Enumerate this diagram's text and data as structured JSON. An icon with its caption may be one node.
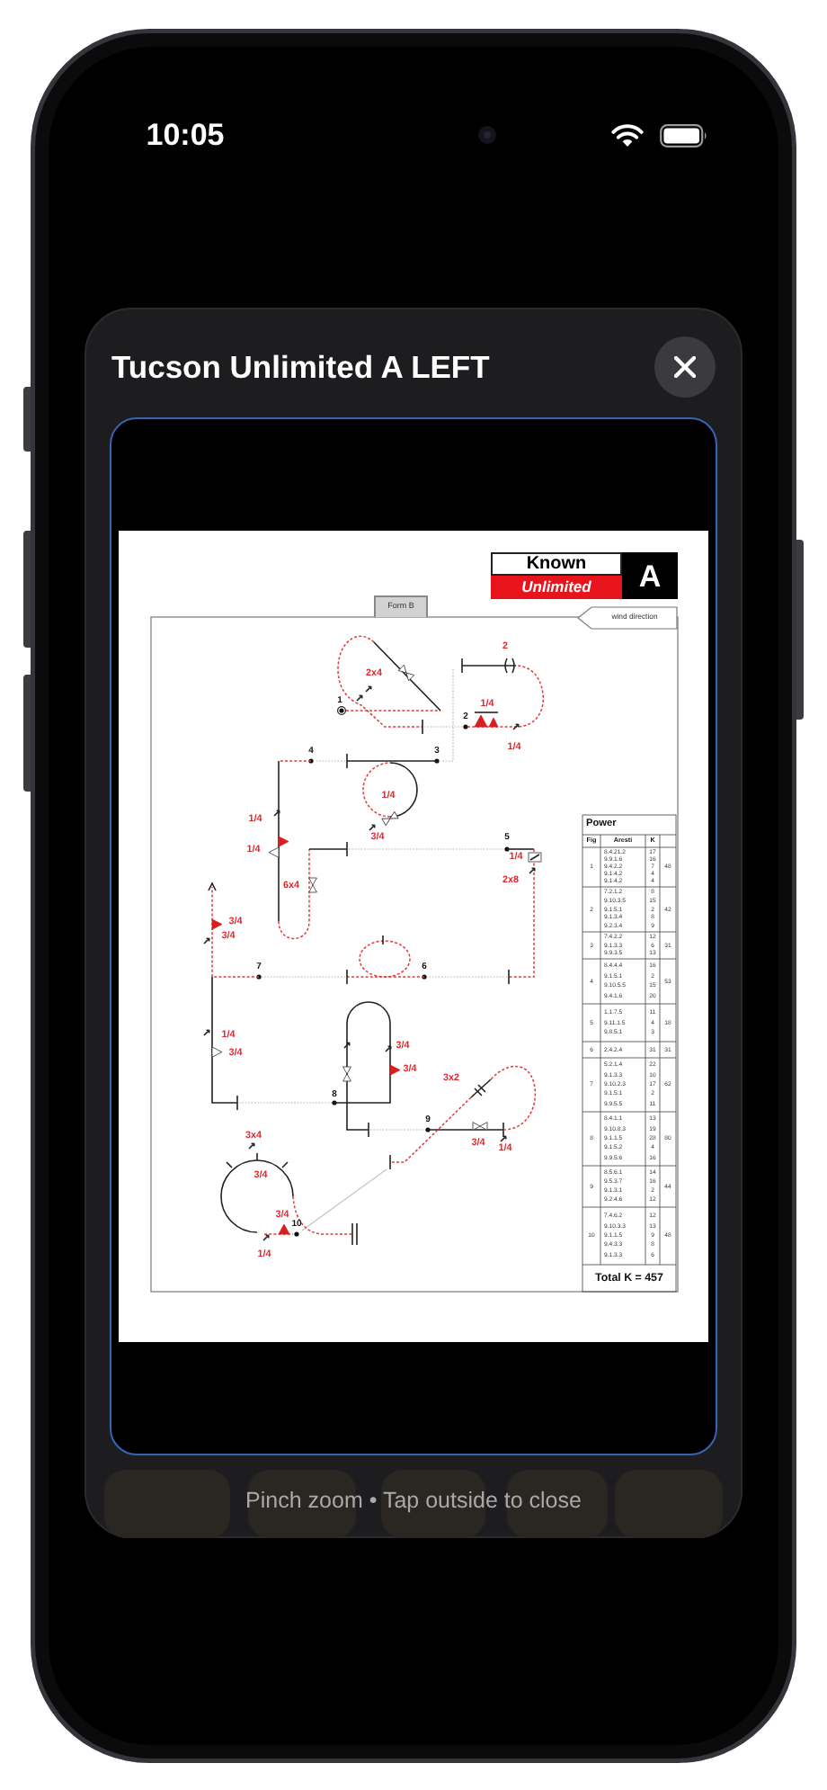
{
  "diagram": {
    "title": "Tucson Unlimited A LEFT",
    "caption": "Pinch zoom • Tap outside to close",
    "nodes": [
      {
        "text": [
          "Known"
        ]
      },
      {
        "text": [
          "Unlimited"
        ]
      },
      {
        "text": [
          "A"
        ]
      },
      {
        "text": [
          "Form B"
        ]
      },
      {
        "text": [
          "wind direction"
        ]
      }
    ],
    "labels": [
      "10:05",
      "2",
      "2x4",
      "1",
      "1/4",
      "2",
      "1/4",
      "4",
      "3",
      "1/4",
      "1/4",
      "3/4",
      "5",
      "1/4",
      "1/4",
      "2x8",
      "6x4",
      "3/4",
      "3/4",
      "7",
      "6",
      "1/4",
      "3/4",
      "3/4",
      "3/4",
      "3x2",
      "8",
      "9",
      "3x4",
      "3/4",
      "1/4",
      "3/4",
      "3/4",
      "10",
      "1/4",
      "Power",
      "Fig",
      "Aresti",
      "K",
      "1",
      "8.4.21.2",
      "9.9.1.6",
      "9.4.2.2",
      "9.1.4.2",
      "9.1.4.2",
      "17",
      "16",
      "7",
      "4",
      "4",
      "48",
      "2",
      "7.2.1.2",
      "9.10.3.5",
      "9.1.5.1",
      "9.1.3.4",
      "9.2.3.4",
      "8",
      "15",
      "2",
      "8",
      "9",
      "42",
      "3",
      "7.4.2.2",
      "9.1.3.3",
      "9.9.3.5",
      "12",
      "6",
      "13",
      "31",
      "4",
      "8.4.4.4",
      "9.1.5.1",
      "9.10.5.5",
      "9.4.1.6",
      "16",
      "2",
      "15",
      "20",
      "53",
      "5",
      "1.1.7.5",
      "9.11.1.5",
      "9.8.5.1",
      "11",
      "4",
      "3",
      "18",
      "6",
      "2.4.2.4",
      "31",
      "31",
      "7",
      "5.2.1.4",
      "9.1.3.3",
      "9.10.2.3",
      "9.1.5.1",
      "9.9.5.5",
      "22",
      "10",
      "17",
      "2",
      "11",
      "62",
      "8",
      "8.4.1.1",
      "9.10.8.3",
      "9.1.1.5",
      "9.1.5.2",
      "9.9.5.6",
      "13",
      "19",
      "28",
      "4",
      "16",
      "80",
      "9",
      "8.5.6.1",
      "9.5.3.7",
      "9.1.3.1",
      "9.2.4.6",
      "14",
      "16",
      "2",
      "12",
      "44",
      "10",
      "7.4.6.2",
      "9.10.3.3",
      "9.1.1.5",
      "9.4.3.3",
      "9.1.3.3",
      "12",
      "13",
      "9",
      "8",
      "6",
      "48",
      "Total K = 457"
    ]
  }
}
